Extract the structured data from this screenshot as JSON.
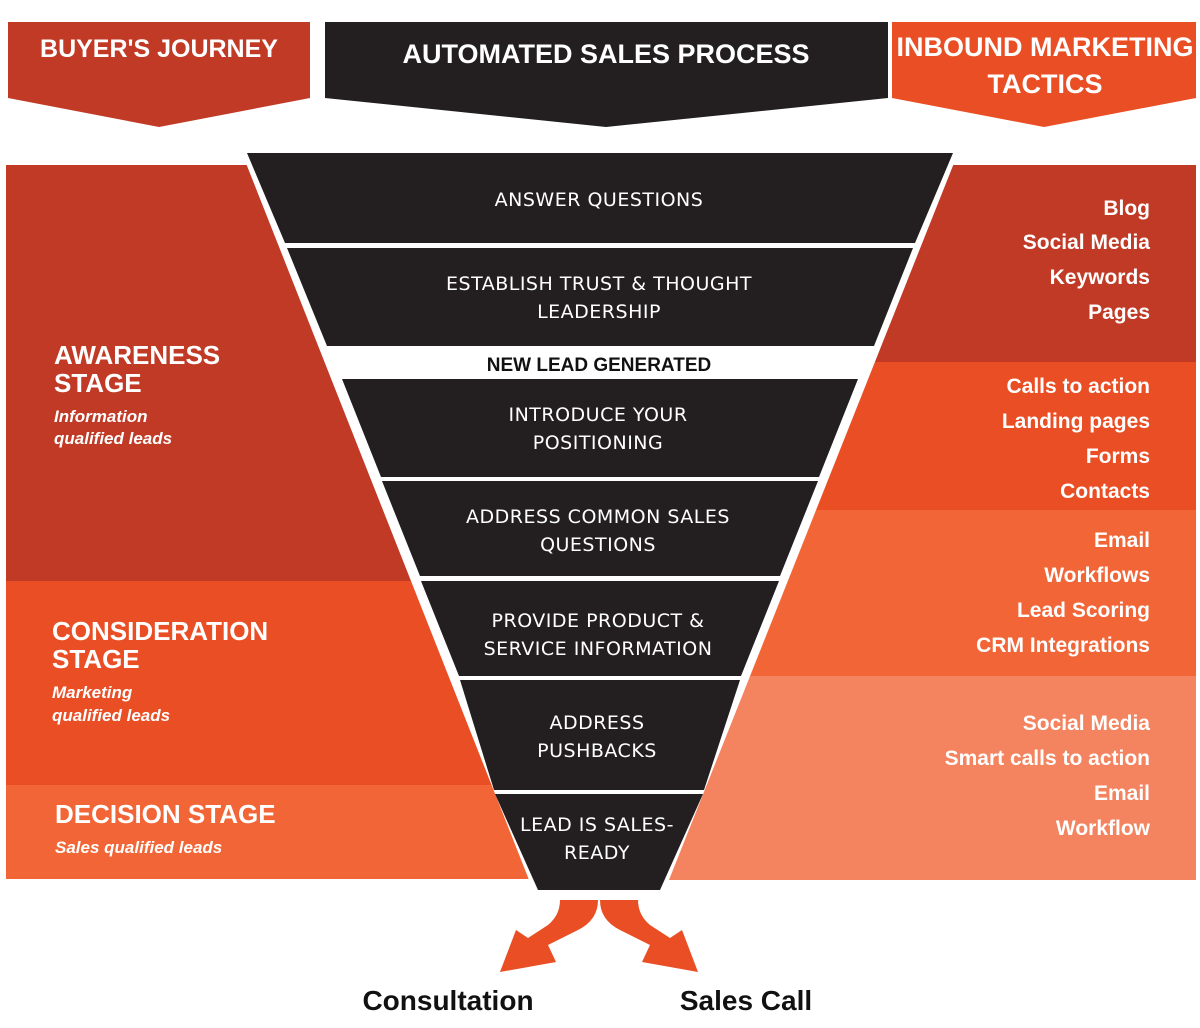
{
  "headers": {
    "buyers_journey": "BUYER'S JOURNEY",
    "automated_sales_process": "AUTOMATED SALES PROCESS",
    "inbound_line1": "INBOUND MARKETING",
    "inbound_line2": "TACTICS"
  },
  "stages": {
    "awareness": {
      "title_line1": "AWARENESS",
      "title_line2": "STAGE",
      "sub_line1": "Information",
      "sub_line2": "qualified leads"
    },
    "consideration": {
      "title_line1": "CONSIDERATION",
      "title_line2": "STAGE",
      "sub_line1": "Marketing",
      "sub_line2": "qualified leads"
    },
    "decision": {
      "title": "DECISION STAGE",
      "sub": "Sales qualified leads"
    }
  },
  "funnel": {
    "steps": [
      {
        "line1": "ANSWER QUESTIONS",
        "line2": ""
      },
      {
        "line1": "ESTABLISH TRUST & THOUGHT",
        "line2": "LEADERSHIP"
      },
      {
        "line1": "INTRODUCE YOUR",
        "line2": "POSITIONING"
      },
      {
        "line1": "ADDRESS COMMON SALES",
        "line2": "QUESTIONS"
      },
      {
        "line1": "PROVIDE PRODUCT &",
        "line2": "SERVICE INFORMATION"
      },
      {
        "line1": "ADDRESS",
        "line2": "PUSHBACKS"
      },
      {
        "line1": "LEAD IS SALES-",
        "line2": "READY"
      }
    ],
    "new_lead": "NEW LEAD GENERATED"
  },
  "tactics": {
    "group1": [
      "Blog",
      "Social Media",
      "Keywords",
      "Pages"
    ],
    "group2": [
      "Calls to action",
      "Landing pages",
      "Forms",
      "Contacts"
    ],
    "group3": [
      "Email",
      "Workflows",
      "Lead Scoring",
      "CRM Integrations"
    ],
    "group4": [
      "Social Media",
      "Smart calls to action",
      "Email",
      "Workflow"
    ]
  },
  "outcomes": {
    "left": "Consultation",
    "right": "Sales Call"
  },
  "colors": {
    "dark_red": "#c13a26",
    "orange": "#e94e24",
    "light_orange": "#f26536",
    "salmon": "#f4845f",
    "funnel": "#231f20"
  }
}
